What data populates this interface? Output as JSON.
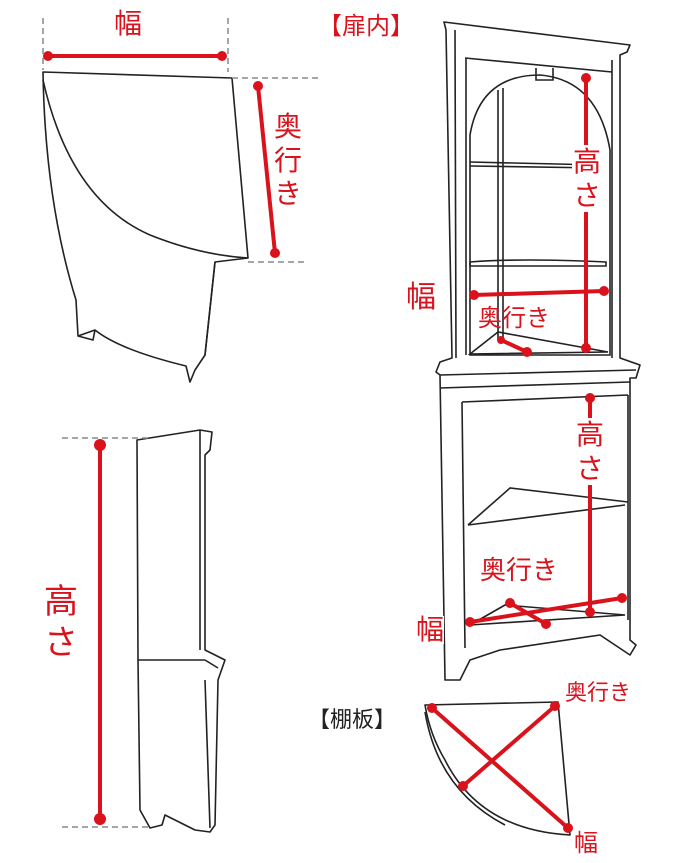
{
  "colors": {
    "measure": "#d9121c",
    "outline": "#222222"
  },
  "labels": {
    "top_width": "幅",
    "top_depth": "奥行き",
    "side_height": "高さ",
    "door_inside_title": "【扉内】",
    "upper_height": "高さ",
    "upper_width": "幅",
    "upper_depth": "奥行き",
    "lower_height": "高さ",
    "lower_depth": "奥行き",
    "lower_width": "幅",
    "shelf_title": "【棚板】",
    "shelf_depth": "奥行き",
    "shelf_width": "幅"
  }
}
